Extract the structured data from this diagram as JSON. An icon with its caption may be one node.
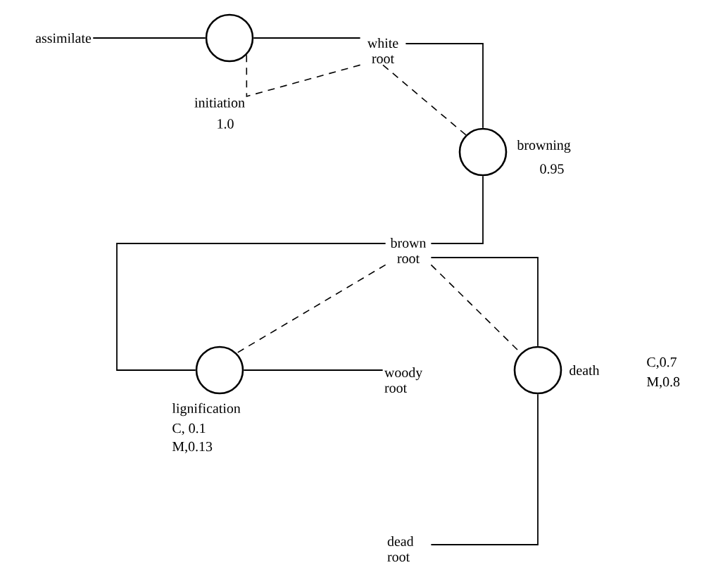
{
  "diagram": {
    "nodes": [
      {
        "text": [
          "assimilate"
        ]
      },
      {
        "text": [],
        "shape": "circle",
        "beside": [
          "initiation",
          "1.0"
        ]
      },
      {
        "text": [
          "white root"
        ]
      },
      {
        "text": [],
        "shape": "circle",
        "beside": [
          "browning",
          "0.95"
        ]
      },
      {
        "text": [
          "brown root"
        ]
      },
      {
        "text": [],
        "shape": "circle",
        "beside": [
          "lignification",
          "C, 0.1",
          "M,0.13"
        ]
      },
      {
        "text": [
          "woody root"
        ]
      },
      {
        "text": [],
        "shape": "circle",
        "beside": [
          "death",
          "C,0.7",
          "M,0.8"
        ]
      },
      {
        "text": [
          "dead root"
        ]
      }
    ],
    "edges": [
      {
        "from": 0,
        "to": 1,
        "arrow": "none"
      },
      {
        "from": 1,
        "to": 2,
        "arrow": "none"
      },
      {
        "from": 2,
        "to": 3,
        "arrow": "none"
      },
      {
        "from": 3,
        "to": 4,
        "arrow": "none"
      },
      {
        "from": 4,
        "to": 5,
        "arrow": "none"
      },
      {
        "from": 5,
        "to": 6,
        "arrow": "none"
      },
      {
        "from": 4,
        "to": 7,
        "arrow": "none"
      },
      {
        "from": 7,
        "to": 8,
        "arrow": "none"
      },
      {
        "from": 2,
        "to": 1,
        "arrow": "none",
        "style": "dashed"
      },
      {
        "from": 2,
        "to": 3,
        "arrow": "none",
        "style": "dashed"
      },
      {
        "from": 4,
        "to": 5,
        "arrow": "none",
        "style": "dashed"
      },
      {
        "from": 4,
        "to": 7,
        "arrow": "none",
        "style": "dashed"
      }
    ]
  }
}
